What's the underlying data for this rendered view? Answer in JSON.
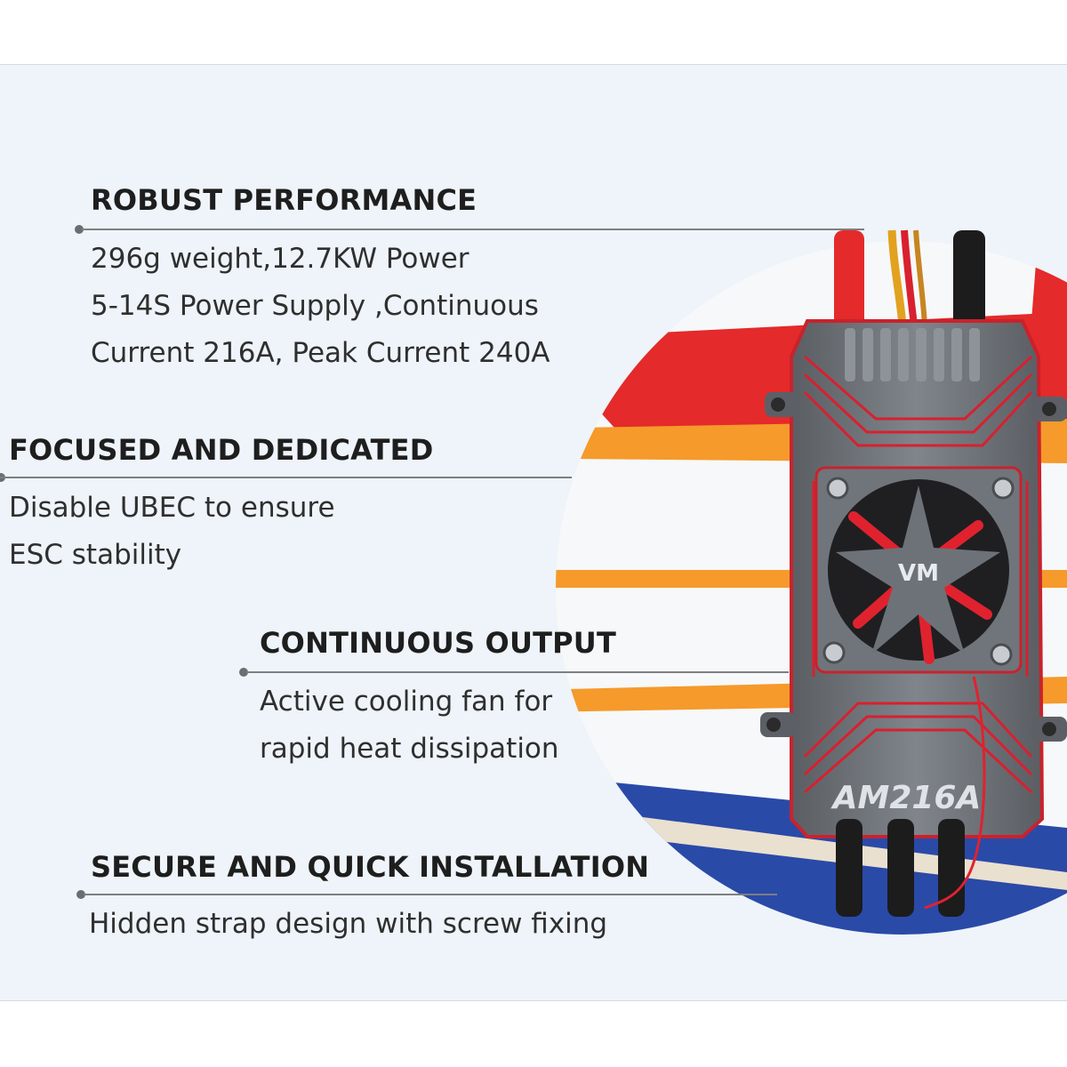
{
  "sections": [
    {
      "title": "ROBUST PERFORMANCE",
      "lines": [
        "296g weight,12.7KW Power",
        "5-14S Power Supply ,Continuous",
        "Current 216A, Peak Current 240A"
      ]
    },
    {
      "title": "FOCUSED AND DEDICATED",
      "lines": [
        "Disable UBEC to ensure",
        "ESC stability"
      ]
    },
    {
      "title": "CONTINUOUS OUTPUT",
      "lines": [
        "Active cooling fan for",
        "rapid heat dissipation"
      ]
    },
    {
      "title": "SECURE AND QUICK INSTALLATION",
      "lines": [
        "Hidden strap design with screw fixing"
      ]
    }
  ],
  "product": {
    "model_marking": "AM216A",
    "fan_logo": "VM"
  },
  "colors": {
    "background": "#eef4f9",
    "heading": "#1e1e1e",
    "body_text": "#2f2f2f",
    "accent_red": "#d8202f",
    "casing_gray": "#6f7378"
  }
}
